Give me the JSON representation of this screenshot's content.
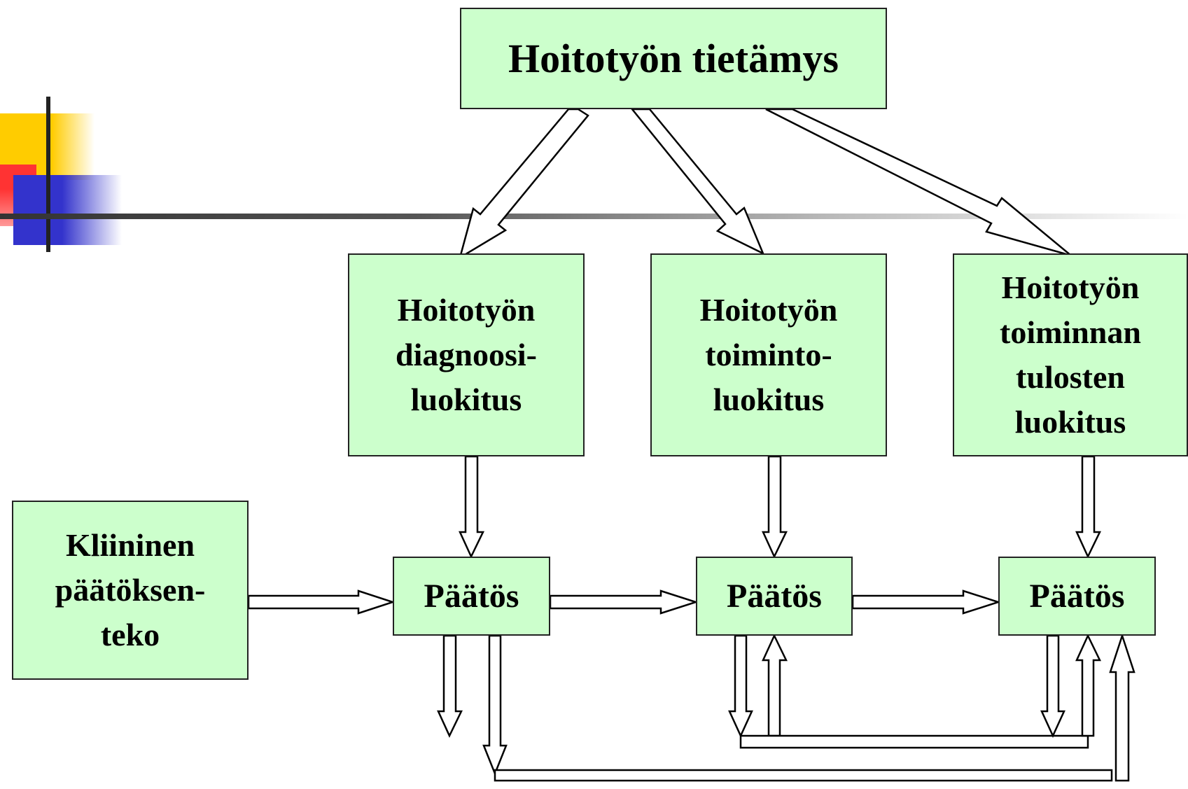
{
  "diagram": {
    "top_node": {
      "label": "Hoitotyön tietämys"
    },
    "classifications": [
      {
        "lines": [
          "Hoitotyön",
          "diagnoosi-",
          "luokitus"
        ]
      },
      {
        "lines": [
          "Hoitotyön",
          "toiminto-",
          "luokitus"
        ]
      },
      {
        "lines": [
          "Hoitotyön",
          "toiminnan",
          "tulosten",
          "luokitus"
        ]
      }
    ],
    "clinical_node": {
      "lines": [
        "Kliininen",
        "päätöksen-",
        "teko"
      ]
    },
    "decisions": [
      {
        "label": "Päätös"
      },
      {
        "label": "Päätös"
      },
      {
        "label": "Päätös"
      }
    ],
    "colors": {
      "box_fill": "#ccffcc",
      "box_border": "#222222",
      "deco_yellow": "#ffcc00",
      "deco_red": "#ff3333",
      "deco_blue": "#3333cc",
      "rule": "#555555"
    }
  }
}
